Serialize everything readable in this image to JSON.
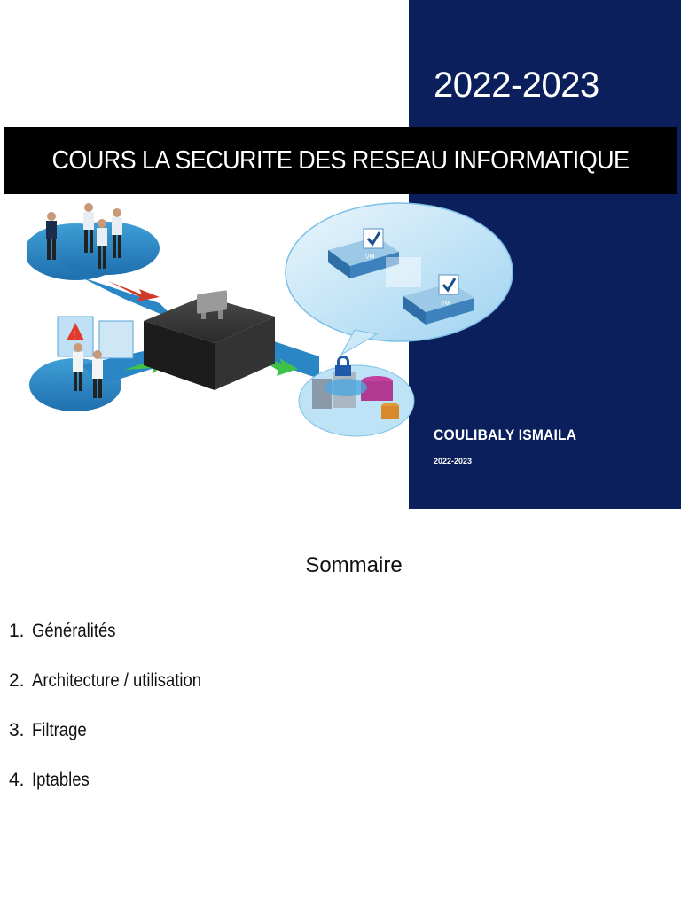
{
  "cover": {
    "year_large": "2022-2023",
    "title": "COURS LA SECURITE DES RESEAU INFORMATIQUE",
    "author": "COULIBALY ISMAILA",
    "year_small": "2022-2023",
    "panel_color": "#0b1f5c",
    "illustration": {
      "server_labels": [
        "VM",
        "VM"
      ]
    }
  },
  "sommaire": {
    "title": "Sommaire",
    "items": [
      {
        "number": "1.",
        "label": "Généralités"
      },
      {
        "number": "2.",
        "label": "Architecture / utilisation"
      },
      {
        "number": "3.",
        "label": "Filtrage"
      },
      {
        "number": "4.",
        "label": "Iptables"
      }
    ]
  }
}
